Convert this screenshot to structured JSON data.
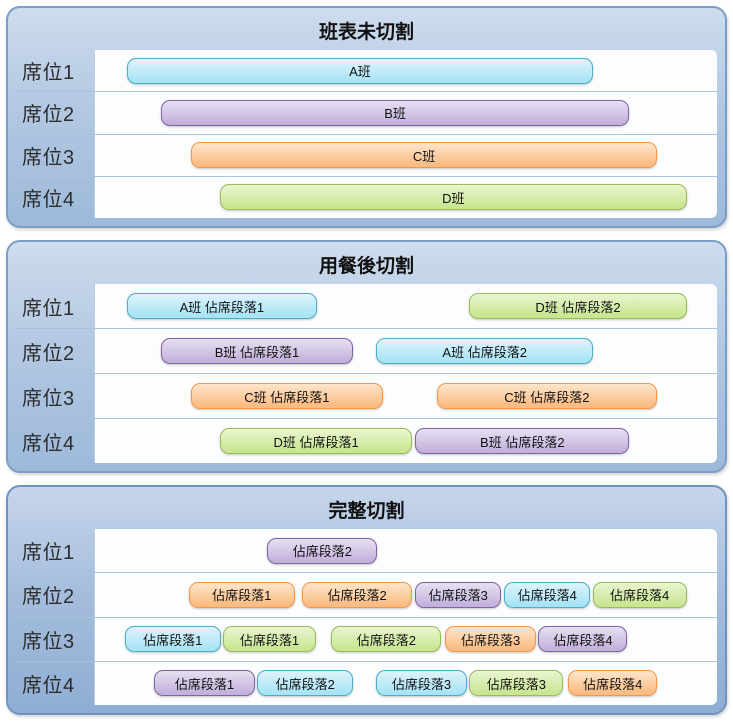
{
  "class_colors": {
    "a": {
      "light": "#dff4fb",
      "fill": "#a8e4f6",
      "border": "#4bacc6"
    },
    "b": {
      "light": "#e7e0f1",
      "fill": "#c4b2dd",
      "border": "#8064a2"
    },
    "c": {
      "light": "#fde6ca",
      "fill": "#fbbc83",
      "border": "#f79646"
    },
    "d": {
      "light": "#eaf5d0",
      "fill": "#c9e692",
      "border": "#9bbb59"
    }
  },
  "panels": [
    {
      "title": "班表未切割",
      "rows": [
        {
          "label": "席位1",
          "bars": [
            {
              "text": "A班",
              "color": "a",
              "left": 5.1,
              "width": 75.0
            }
          ]
        },
        {
          "label": "席位2",
          "bars": [
            {
              "text": "B班",
              "color": "b",
              "left": 10.6,
              "width": 75.3
            }
          ]
        },
        {
          "label": "席位3",
          "bars": [
            {
              "text": "C班",
              "color": "c",
              "left": 15.4,
              "width": 75.0
            }
          ]
        },
        {
          "label": "席位4",
          "bars": [
            {
              "text": "D班",
              "color": "d",
              "left": 20.1,
              "width": 75.0
            }
          ]
        }
      ]
    },
    {
      "title": "用餐後切割",
      "rows": [
        {
          "label": "席位1",
          "bars": [
            {
              "text": "A班 佔席段落1",
              "color": "a",
              "left": 5.1,
              "width": 30.6
            },
            {
              "text": "D班 佔席段落2",
              "color": "d",
              "left": 60.2,
              "width": 34.9
            }
          ]
        },
        {
          "label": "席位2",
          "bars": [
            {
              "text": "B班 佔席段落1",
              "color": "b",
              "left": 10.6,
              "width": 30.9
            },
            {
              "text": "A班 佔席段落2",
              "color": "a",
              "left": 45.2,
              "width": 34.9
            }
          ]
        },
        {
          "label": "席位3",
          "bars": [
            {
              "text": "C班 佔席段落1",
              "color": "c",
              "left": 15.4,
              "width": 30.9
            },
            {
              "text": "C班 佔席段落2",
              "color": "c",
              "left": 55.0,
              "width": 35.3
            }
          ]
        },
        {
          "label": "席位4",
          "bars": [
            {
              "text": "D班 佔席段落1",
              "color": "d",
              "left": 20.1,
              "width": 30.9
            },
            {
              "text": "B班 佔席段落2",
              "color": "b",
              "left": 51.5,
              "width": 34.4
            }
          ]
        }
      ]
    },
    {
      "title": "完整切割",
      "rows": [
        {
          "label": "席位1",
          "bars": [
            {
              "text": "佔席段落2",
              "color": "b",
              "left": 27.7,
              "width": 17.7
            }
          ]
        },
        {
          "label": "席位2",
          "bars": [
            {
              "text": "佔席段落1",
              "color": "c",
              "left": 15.1,
              "width": 17.0
            },
            {
              "text": "佔席段落2",
              "color": "c",
              "left": 33.3,
              "width": 17.7
            },
            {
              "text": "佔席段落3",
              "color": "b",
              "left": 51.5,
              "width": 13.8
            },
            {
              "text": "佔席段落4",
              "color": "a",
              "left": 65.8,
              "width": 13.8
            },
            {
              "text": "佔席段落4",
              "color": "d",
              "left": 80.0,
              "width": 15.1
            }
          ]
        },
        {
          "label": "席位3",
          "bars": [
            {
              "text": "佔席段落1",
              "color": "a",
              "left": 4.8,
              "width": 15.4
            },
            {
              "text": "佔席段落1",
              "color": "d",
              "left": 20.6,
              "width": 14.9
            },
            {
              "text": "佔席段落2",
              "color": "d",
              "left": 38.0,
              "width": 17.7
            },
            {
              "text": "佔席段落3",
              "color": "c",
              "left": 56.3,
              "width": 14.6
            },
            {
              "text": "佔席段落4",
              "color": "b",
              "left": 71.3,
              "width": 14.3
            }
          ]
        },
        {
          "label": "席位4",
          "bars": [
            {
              "text": "佔席段落1",
              "color": "b",
              "left": 9.5,
              "width": 16.2
            },
            {
              "text": "佔席段落2",
              "color": "a",
              "left": 26.1,
              "width": 15.4
            },
            {
              "text": "佔席段落3",
              "color": "a",
              "left": 45.2,
              "width": 14.6
            },
            {
              "text": "佔席段落3",
              "color": "d",
              "left": 60.2,
              "width": 15.1
            },
            {
              "text": "佔席段落4",
              "color": "c",
              "left": 76.1,
              "width": 14.3
            }
          ]
        }
      ]
    }
  ]
}
